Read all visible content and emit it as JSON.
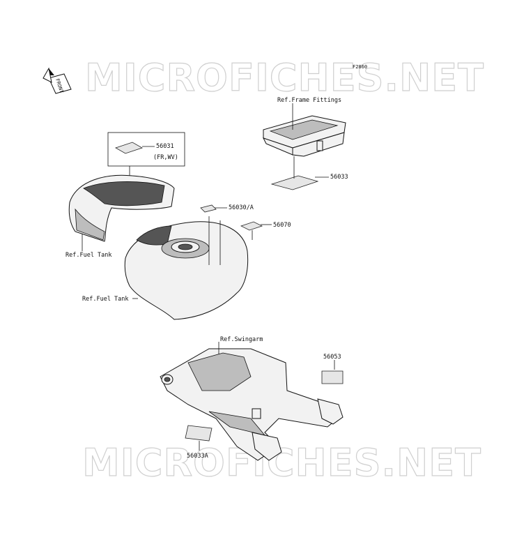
{
  "watermarks": [
    "MICROFICHES.NET",
    "MICROFICHES.NET"
  ],
  "figure_code": "F2860",
  "front_arrow": "FRONT",
  "refs": {
    "frame_fittings": "Ref.Frame Fittings",
    "fuel_tank_upper": "Ref.Fuel Tank",
    "fuel_tank_lower": "Ref.Fuel Tank",
    "swingarm": "Ref.Swingarm"
  },
  "parts": {
    "p56031": "56031",
    "p56031_note": "(FR,WV)",
    "p56033": "56033",
    "p56030": "56030/A",
    "p56070": "56070",
    "p56053": "56053",
    "p56033a": "56033A"
  }
}
